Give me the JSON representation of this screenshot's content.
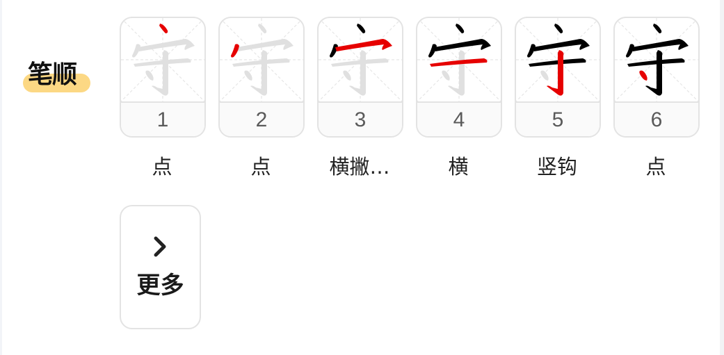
{
  "section": {
    "label": "笔顺",
    "highlight_color": "#fcd884"
  },
  "character": "守",
  "colors": {
    "active_stroke": "#e60000",
    "done_stroke": "#000000",
    "pending_stroke": "#e0e0e0",
    "grid": "#e6e6e6"
  },
  "steps": [
    {
      "number": "1",
      "name": "点"
    },
    {
      "number": "2",
      "name": "点"
    },
    {
      "number": "3",
      "name": "横撇…"
    },
    {
      "number": "4",
      "name": "横"
    },
    {
      "number": "5",
      "name": "竖钩"
    },
    {
      "number": "6",
      "name": "点"
    }
  ],
  "more_button": {
    "label": "更多",
    "icon": "chevron-right-icon"
  }
}
